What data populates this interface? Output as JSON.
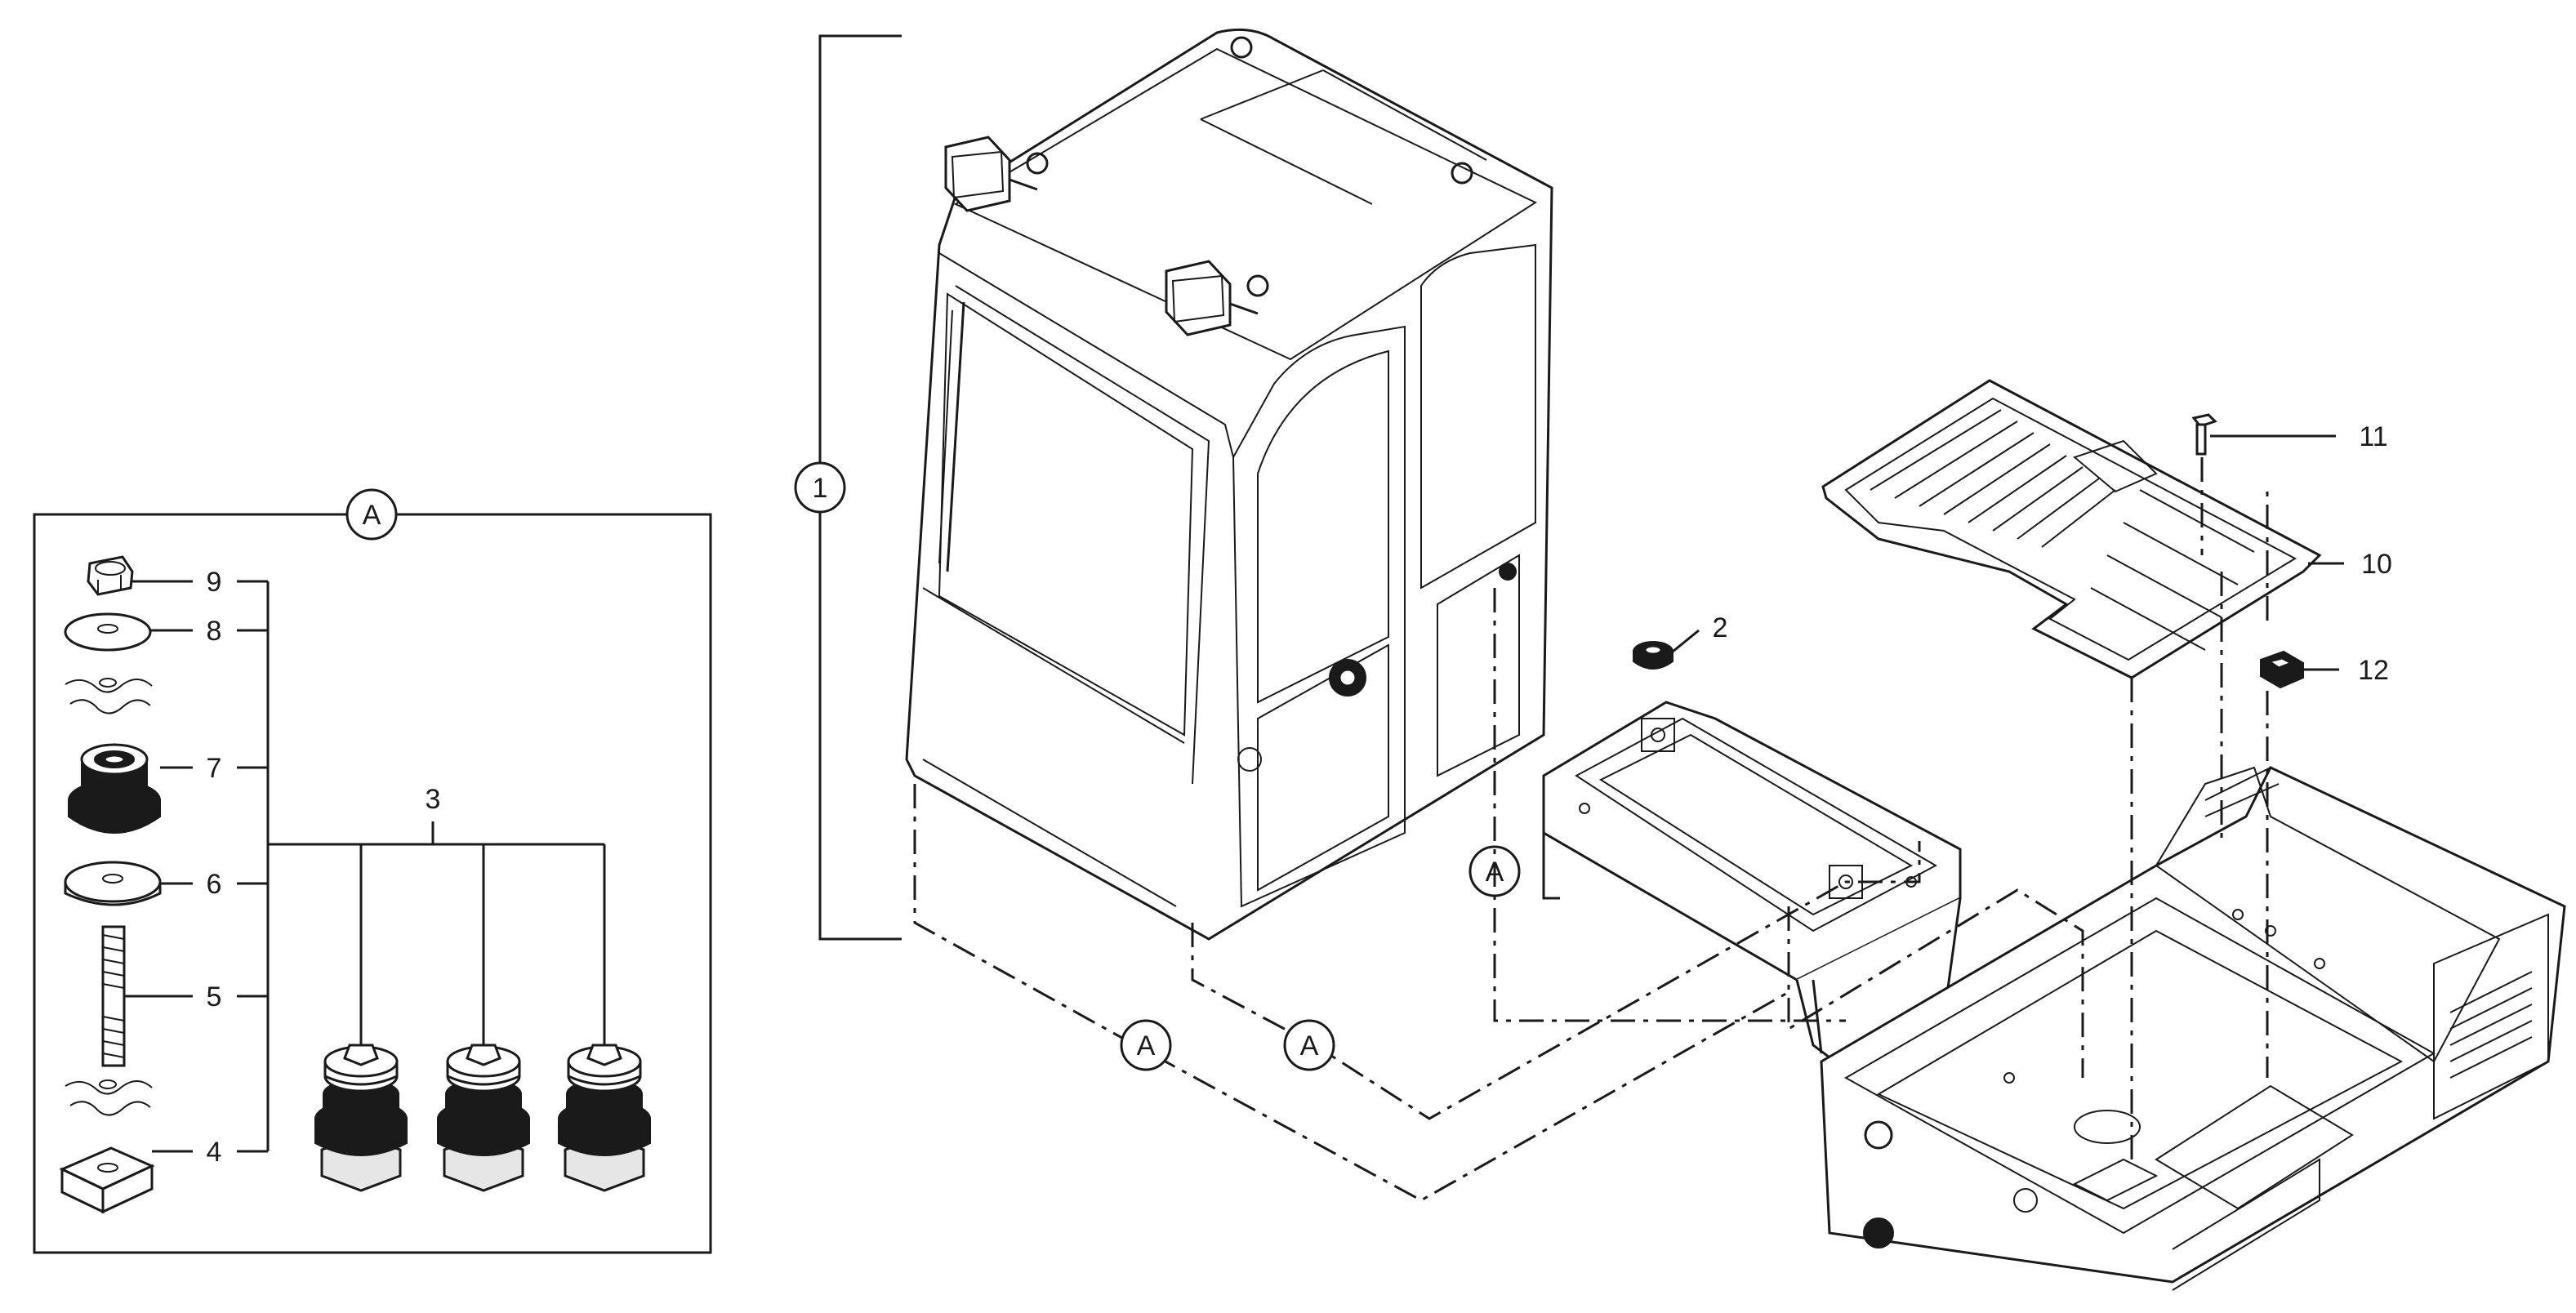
{
  "callouts": {
    "c1": "1",
    "c2": "2",
    "c3": "3",
    "c4": "4",
    "c5": "5",
    "c6": "6",
    "c7": "7",
    "c8": "8",
    "c9": "9",
    "c10": "10",
    "c11": "11",
    "c12": "12"
  },
  "detail_refs": {
    "inset": "A",
    "mount_front": "A",
    "cab_left": "A",
    "cab_right": "A"
  }
}
